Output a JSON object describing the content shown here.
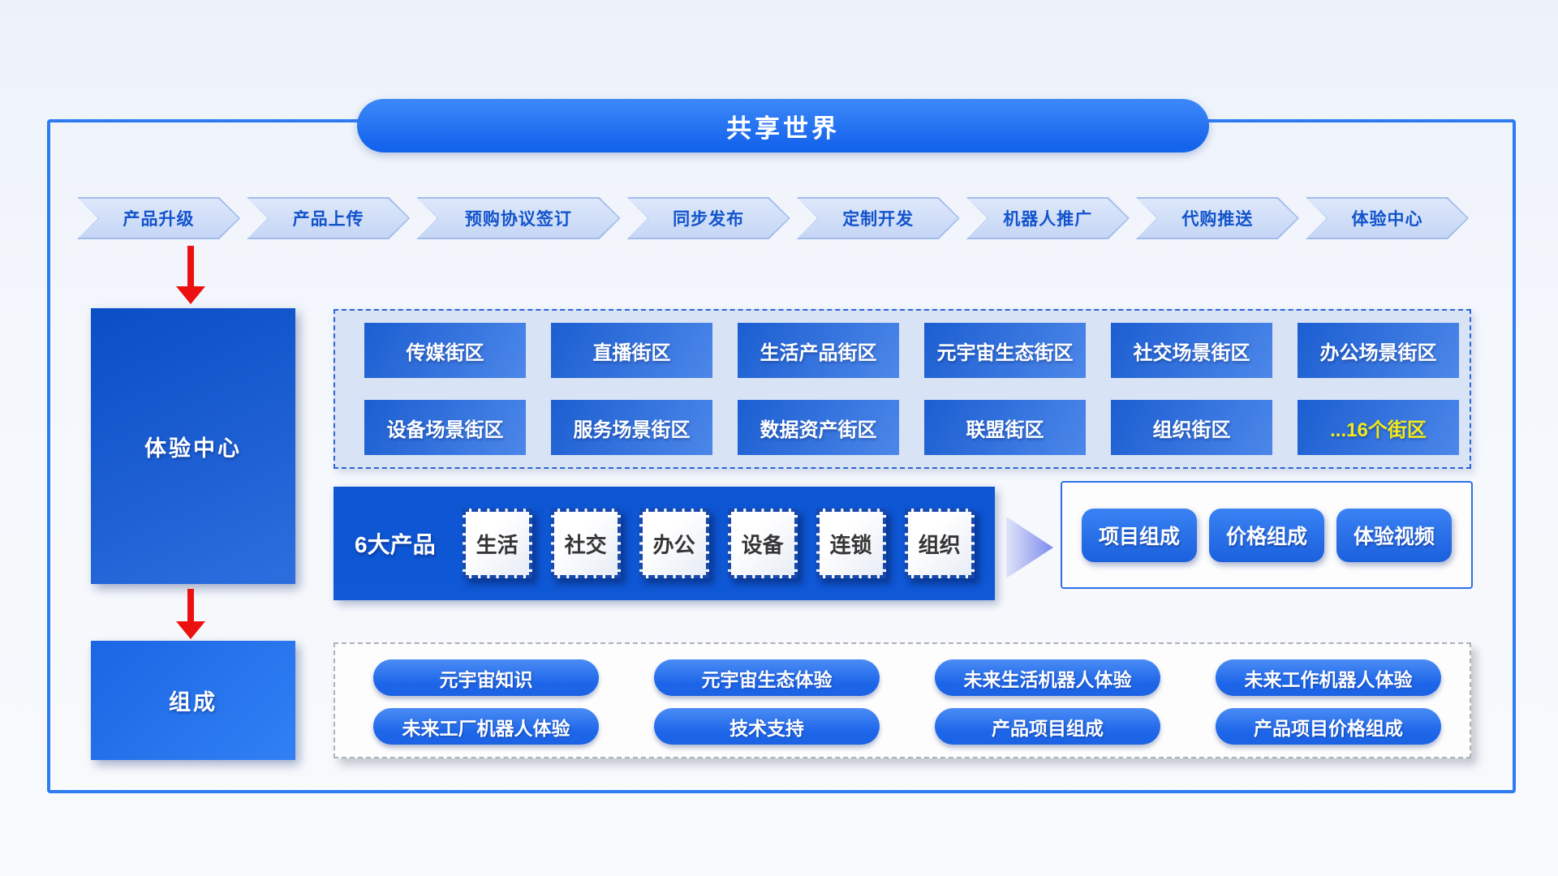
{
  "title": "共享世界",
  "flow_steps": [
    "产品升级",
    "产品上传",
    "预购协议签订",
    "同步发布",
    "定制开发",
    "机器人推广",
    "代购推送",
    "体验中心"
  ],
  "nodes": {
    "experience_center": "体验中心",
    "composition": "组成"
  },
  "street_blocks": [
    "传媒街区",
    "直播街区",
    "生活产品街区",
    "元宇宙生态街区",
    "社交场景街区",
    "办公场景街区",
    "设备场景街区",
    "服务场景街区",
    "数据资产街区",
    "联盟街区",
    "组织街区",
    "...16个街区"
  ],
  "products": {
    "label": "6大产品",
    "items": [
      "生活",
      "社交",
      "办公",
      "设备",
      "连锁",
      "组织"
    ]
  },
  "product_actions": [
    "项目组成",
    "价格组成",
    "体验视频"
  ],
  "composition_items": [
    "元宇宙知识",
    "元宇宙生态体验",
    "未来生活机器人体验",
    "未来工作机器人体验",
    "未来工厂机器人体验",
    "技术支持",
    "产品项目组成",
    "产品项目价格组成"
  ],
  "colors": {
    "primary_blue": "#1565ee",
    "deep_blue": "#0d55d2",
    "chevron_fill": "#cfdcf7",
    "yellow_highlight": "#f3ea16",
    "red_arrow": "#ec1110"
  }
}
